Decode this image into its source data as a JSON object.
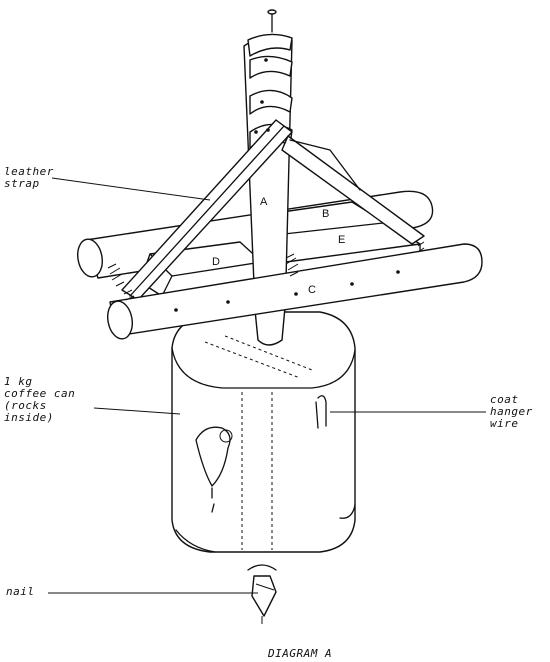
{
  "labels": {
    "leather_strap": "leather\nstrap",
    "coffee_can": "1 kg\ncoffee can\n(rocks\ninside)",
    "coat_hanger": "coat\nhanger\nwire",
    "nail": "nail",
    "caption": "DIAGRAM A"
  },
  "parts": {
    "a": "A",
    "b": "B",
    "c": "C",
    "d": "D",
    "e": "E"
  }
}
